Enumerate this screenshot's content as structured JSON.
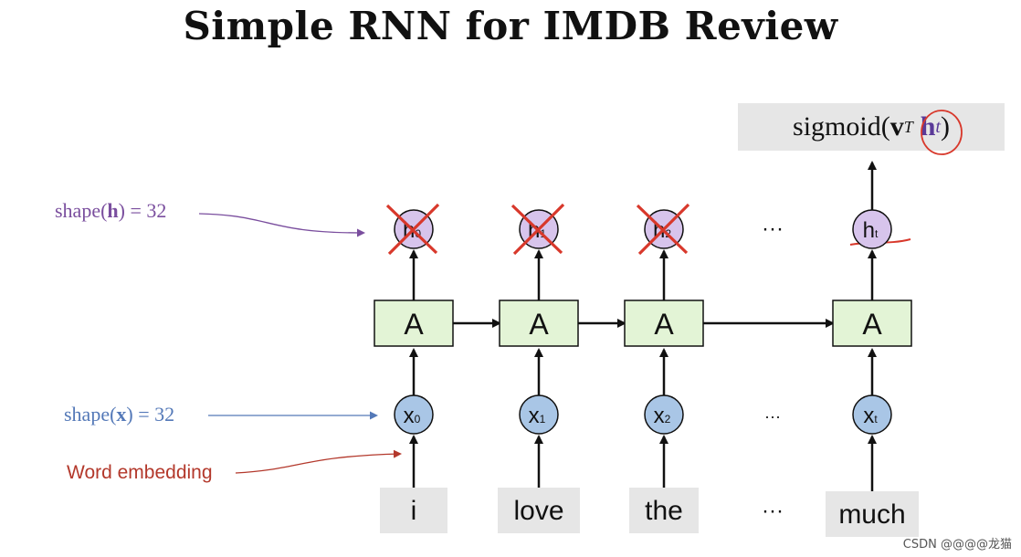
{
  "title": "Simple RNN for IMDB Review",
  "labels": {
    "shape_h_prefix": "shape(",
    "shape_h_var": "h",
    "shape_h_suffix": ") = 32",
    "shape_x_prefix": "shape(",
    "shape_x_var": "x",
    "shape_x_suffix": ") = 32",
    "word_embedding": "Word embedding"
  },
  "output": {
    "func": "sigmoid(",
    "v": "v",
    "sup": "T",
    "h": "h",
    "sub": "t",
    "close": ")"
  },
  "cell_label": "A",
  "ellipsis": "···",
  "columns": [
    {
      "word": "i",
      "x_main": "x",
      "x_sub": "0",
      "h_main": "h",
      "h_sub": "0",
      "crossed": true
    },
    {
      "word": "love",
      "x_main": "x",
      "x_sub": "1",
      "h_main": "h",
      "h_sub": "1",
      "crossed": true
    },
    {
      "word": "the",
      "x_main": "x",
      "x_sub": "2",
      "h_main": "h",
      "h_sub": "2",
      "crossed": true
    },
    {
      "word": "much",
      "x_main": "x",
      "x_sub": "t",
      "h_main": "h",
      "h_sub": "t",
      "crossed": false
    }
  ],
  "footer": "CSDN @@@@龙猫",
  "colors": {
    "cell_fill": "#e3f4d6",
    "node_fill": "#a9c6e6",
    "hnode_fill": "#d7c4ec",
    "cross": "#d8382b",
    "annot_h": "#7a4e9e",
    "annot_x": "#5479b8",
    "annot_w": "#b3382b"
  }
}
